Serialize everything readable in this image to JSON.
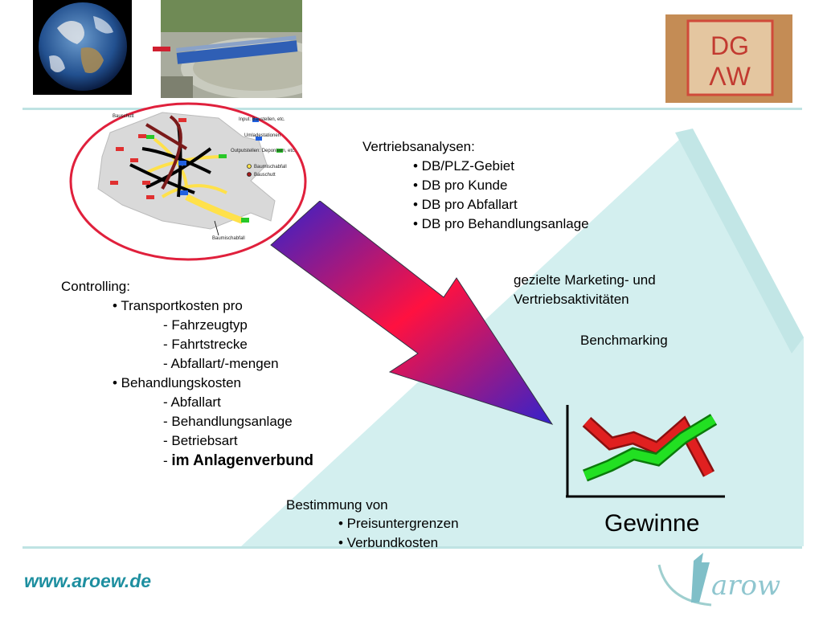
{
  "images": {
    "earth": "earth-photo",
    "plant": "treatment-basin-photo",
    "logo": "DG AW"
  },
  "diagram": {
    "labels": {
      "top_left": "Bauschutt",
      "input": "Input: Baustellen, etc.",
      "umlade": "Umladestationen",
      "output": "Outputstellen: Deponieen, etc.",
      "legend_a": "Baumischabfall",
      "legend_b": "Bauschutt",
      "bottom": "Baumischabfall"
    }
  },
  "sales": {
    "heading": "Vertriebsanalysen:",
    "items": [
      "• DB/PLZ-Gebiet",
      "• DB pro Kunde",
      "• DB pro Abfallart",
      "• DB pro Behandlungsanlage"
    ]
  },
  "marketing": {
    "line1": "gezielte Marketing- und",
    "line2": "Vertriebsaktivitäten"
  },
  "benchmarking": "Benchmarking",
  "controlling": {
    "heading": "Controlling:",
    "transport": "• Transportkosten pro",
    "transport_items": [
      "- Fahrzeugtyp",
      "- Fahrtstrecke",
      "- Abfallart/-mengen"
    ],
    "treatment": "• Behandlungskosten",
    "treatment_items": [
      "- Abfallart",
      "- Behandlungsanlage",
      "- Betriebsart"
    ],
    "verbund_dash": "- ",
    "verbund": "im Anlagenverbund"
  },
  "bestimmung": {
    "heading": "Bestimmung von",
    "items": [
      "• Preisuntergrenzen",
      "• Verbundkosten"
    ]
  },
  "chart_caption": "Gewinne",
  "footer": {
    "url": "www.aroew.de",
    "logo_text": "arow"
  },
  "colors": {
    "rule": "#bfe3e3",
    "triangle": "#d3efef",
    "url": "#1e8fa0",
    "circle": "#e0203c"
  }
}
